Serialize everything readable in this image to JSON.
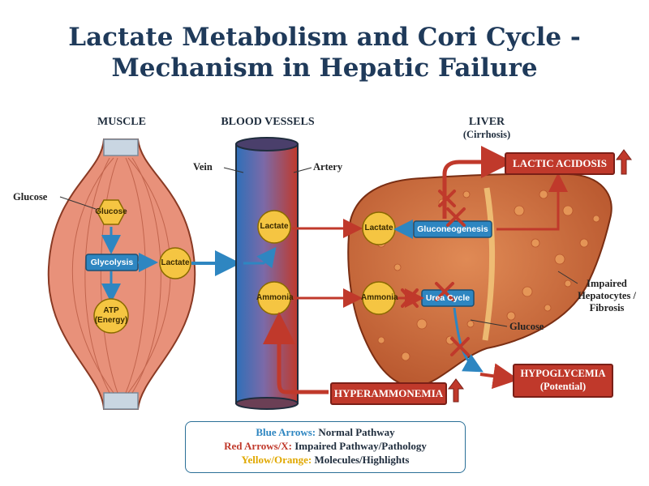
{
  "title": {
    "line1": "Lactate Metabolism and Cori Cycle -",
    "line2": "Mechanism in Hepatic Failure"
  },
  "sections": {
    "muscle": "MUSCLE",
    "blood_vessels": "BLOOD VESSELS",
    "liver": "LIVER",
    "liver_sub": "(Cirrhosis)"
  },
  "labels": {
    "glucose_outer": "Glucose",
    "vein": "Vein",
    "artery": "Artery",
    "impaired_line1": "Impaired",
    "impaired_line2": "Hepatocytes /",
    "impaired_line3": "Fibrosis",
    "liver_glucose": "Glucose"
  },
  "muscle": {
    "glucose": "Glucose",
    "glycolysis": "Glycolysis",
    "lactate": "Lactate",
    "atp_line1": "ATP",
    "atp_line2": "(Energy)"
  },
  "vessels": {
    "lactate": "Lactate",
    "ammonia": "Ammonia"
  },
  "liver": {
    "lactate": "Lactate",
    "ammonia": "Ammonia",
    "gluconeogenesis": "Gluconeogenesis",
    "urea_cycle": "Urea Cycle"
  },
  "conditions": {
    "lactic_acidosis": "LACTIC ACIDOSIS",
    "hyperammonemia": "HYPERAMMONEMIA",
    "hypoglycemia_line1": "HYPOGLYCEMIA",
    "hypoglycemia_line2": "(Potential)"
  },
  "legend": {
    "blue_key": "Blue Arrows:",
    "blue_value": " Normal Pathway",
    "red_key": "Red Arrows/X:",
    "red_value": " Impaired Pathway/Pathology",
    "yellow_key": "Yellow/Orange:",
    "yellow_value": " Molecules/Highlights"
  },
  "colors": {
    "title": "#1f3a5a",
    "normal_blue": "#2e86c1",
    "impaired_red": "#c0392b",
    "molecule_yellow": "#f5c542",
    "muscle": "#e8917a",
    "liver": "#c96a3c"
  }
}
